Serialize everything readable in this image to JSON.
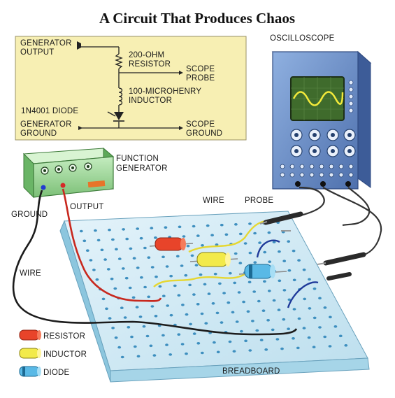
{
  "title": "A Circuit That Produces Chaos",
  "schematic": {
    "generator_output": [
      "GENERATOR",
      "OUTPUT"
    ],
    "resistor": [
      "200-OHM",
      "RESISTOR"
    ],
    "scope_probe": [
      "SCOPE",
      "PROBE"
    ],
    "inductor": [
      "100-MICROHENRY",
      "INDUCTOR"
    ],
    "diode": "1N4001 DIODE",
    "generator_ground": [
      "GENERATOR",
      "GROUND"
    ],
    "scope_ground": [
      "SCOPE",
      "GROUND"
    ],
    "background_color": "#f7efb3"
  },
  "oscilloscope": {
    "label": "OSCILLOSCOPE",
    "body_color": "#6d8fc9",
    "screen_color": "#3f6b2c",
    "trace_color": "#f2e93a"
  },
  "function_generator": {
    "label": [
      "FUNCTION",
      "GENERATOR"
    ],
    "body_color": "#9fd89a"
  },
  "labels": {
    "ground": "GROUND",
    "output": "OUTPUT",
    "wire_top": "WIRE",
    "probe": "PROBE",
    "wire_left": "WIRE",
    "breadboard": "BREADBOARD"
  },
  "legend": [
    {
      "label": "RESISTOR",
      "color": "#e8442a"
    },
    {
      "label": "INDUCTOR",
      "color": "#f2ea4a"
    },
    {
      "label": "DIODE",
      "color": "#59b9e6"
    }
  ],
  "colors": {
    "breadboard": "#cfe8f3",
    "red_wire": "#c8281e",
    "black_wire": "#1c1c1c",
    "yellow_wire": "#e6d730",
    "blue_wire": "#1f3a9a"
  }
}
